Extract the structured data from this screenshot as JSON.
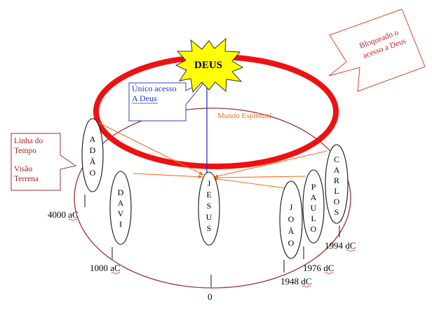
{
  "god": {
    "label": "DEUS"
  },
  "blocked_callout": {
    "line1": "Bloqueado o",
    "line2": "acesso a Deus"
  },
  "access_callout": {
    "line1": "Único acesso",
    "line2": "A Deus"
  },
  "spiritual_world": {
    "label": "Mundo Espiritual"
  },
  "timeline_callout": {
    "line1": "Linha do",
    "line2": "Tempo",
    "line3": "Visão",
    "line4": "Terrena"
  },
  "people": [
    {
      "name": "ADÃO",
      "letters": [
        "A",
        "D",
        "Ã",
        "O"
      ]
    },
    {
      "name": "DAVI",
      "letters": [
        "D",
        "A",
        "V",
        "I"
      ]
    },
    {
      "name": "JESUS",
      "letters": [
        "J",
        "E",
        "S",
        "U",
        "S"
      ]
    },
    {
      "name": "JOÃO",
      "letters": [
        "J",
        "O",
        "Ã",
        "O"
      ]
    },
    {
      "name": "PAULO",
      "letters": [
        "P",
        "A",
        "U",
        "L",
        "O"
      ]
    },
    {
      "name": "CARLOS",
      "letters": [
        "C",
        "A",
        "R",
        "L",
        "O",
        "S"
      ]
    }
  ],
  "dates": {
    "adao": "4000 aC",
    "davi": "1000 aC",
    "jesus": "0",
    "joao": "1948 dC",
    "paulo": "1976 dC",
    "carlos": "1994 dC"
  },
  "colors": {
    "red_ring": "#ee1111",
    "brown_ellipse": "#993333",
    "blue_line": "#2233dd",
    "orange": "#ff6a1a",
    "star_fill": "#ffff00",
    "callout_red": "#c03020"
  }
}
